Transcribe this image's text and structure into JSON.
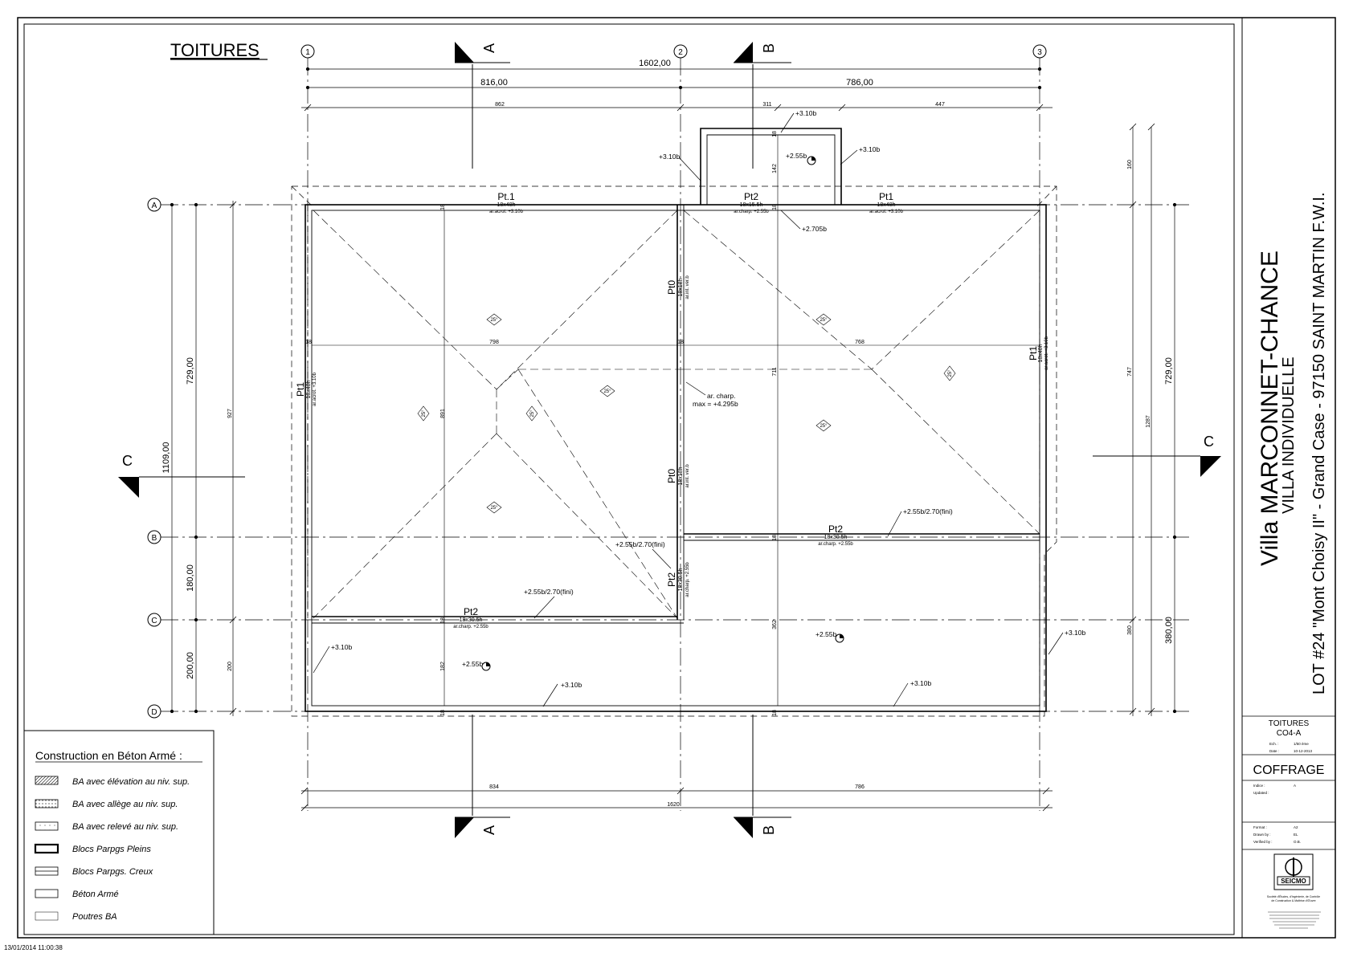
{
  "sheet_title": "TOITURES",
  "timestamp": "13/01/2014 11:00:38",
  "grid": {
    "cols": [
      "1",
      "2",
      "3"
    ],
    "rows": [
      "A",
      "B",
      "C",
      "D"
    ]
  },
  "sections": {
    "a": "A",
    "b": "B",
    "c": "C"
  },
  "dims_top": {
    "total": "1602,00",
    "left": "816,00",
    "right": "786,00",
    "s862": "862",
    "s311": "311",
    "s447": "447"
  },
  "dims_bottom": {
    "s834": "834",
    "s786": "786",
    "total": "1620"
  },
  "dims_left": {
    "total": "1109,00",
    "d729": "729,00",
    "d927": "927",
    "d180": "180,00",
    "d200": "200,00",
    "d200b": "200"
  },
  "dims_right": {
    "d160": "160",
    "d747": "747",
    "d1287": "1287",
    "d729": "729,00",
    "d380": "380",
    "d380b": "380,00"
  },
  "interior": {
    "d798": "798",
    "d768": "768",
    "d891": "891",
    "d711": "711",
    "d142": "142",
    "d182": "182",
    "d362": "362",
    "w18": "18"
  },
  "beams": {
    "pt1": "Pt.1",
    "pt1b": "Pt1",
    "pt2": "Pt2",
    "pt0": "Pt0",
    "s18x48": "18x48h",
    "s18x15": "18x15.5h",
    "s18x30": "18x30.5h",
    "s18x18": "18x18h",
    "acrot": "ar.acrot. +3.10b",
    "charp": "ar.charp. +2.55b",
    "intver": "ar.int. ver.b"
  },
  "levels": {
    "l310": "+3.10b",
    "l255": "+2.55b",
    "l2705": "+2.705b",
    "l255f": "+2.55b/2.70(fini)",
    "charp1": "ar. charp.",
    "charp2": "max = +4.295b"
  },
  "slope": "25°",
  "legend": {
    "title": "Construction en Béton Armé :",
    "items": [
      "BA avec élévation au niv. sup.",
      "BA avec allège au niv. sup.",
      "BA avec relevé au niv. sup.",
      "Blocs Parpgs Pleins",
      "Blocs Parpgs. Creux",
      "Béton Armé",
      "Poutres BA"
    ]
  },
  "title_block": {
    "project": "Villa MARCONNET-CHANCE",
    "type": "VILLA INDIVIDUELLE",
    "lot": "LOT #24 \"Mont Choisy II\" - Grand Case - 97150 SAINT MARTIN F.W.I.",
    "sheet": "TOITURES",
    "ref": "CO4-A",
    "scale_label": "Ech. :",
    "scale": "1/50 ème",
    "date_label": "Date :",
    "date": "10-12-2013",
    "kind": "COFFRAGE",
    "index_label": "Indice :",
    "index": "A",
    "update_label": "Updated :",
    "format_label": "Format :",
    "format": "A2",
    "drawn_label": "Drawn by :",
    "drawn": "EL",
    "verified_label": "Verified by :",
    "verified": "O.B.",
    "logo": "SEICMO",
    "company": [
      "Société d'Études, d'Ingénierie, de Contrôle",
      "de Construction & Maîtrise d'Œuvre"
    ]
  }
}
